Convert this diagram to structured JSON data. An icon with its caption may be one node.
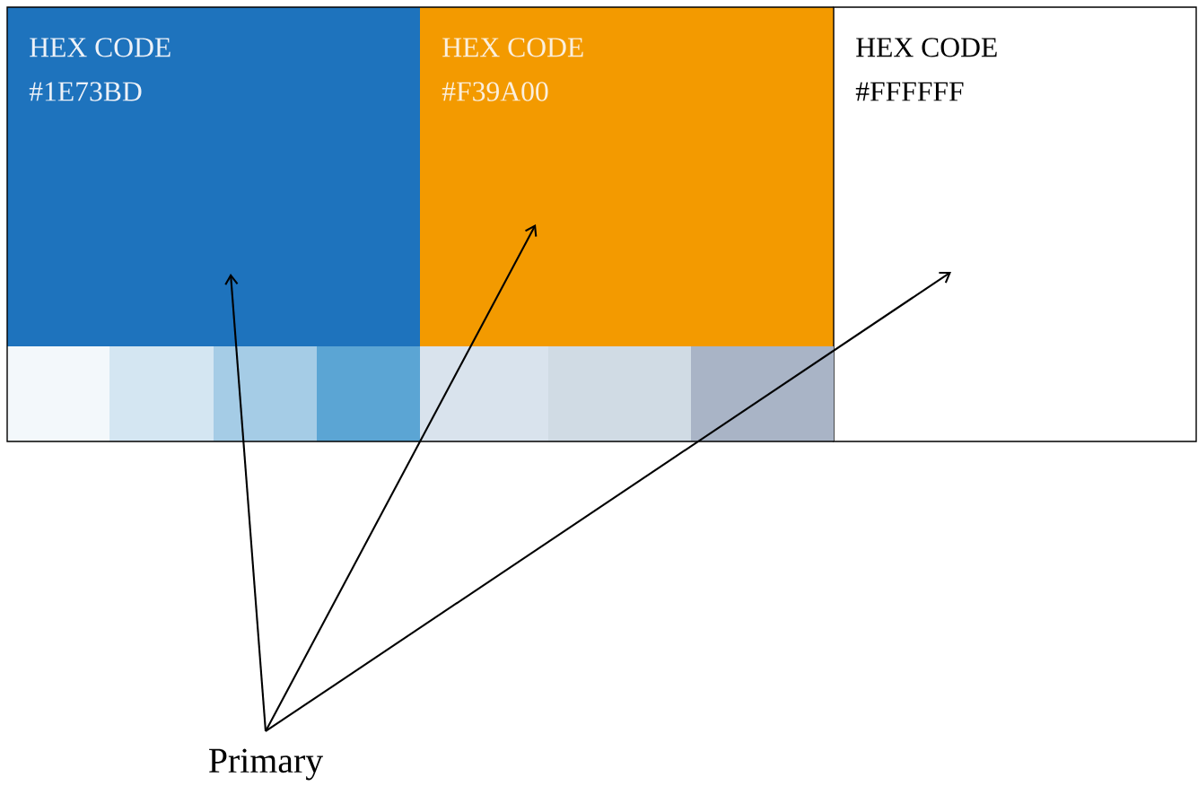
{
  "diagram": {
    "nodes": [
      {
        "text": [
          "HEX CODE",
          "#1E73BD"
        ]
      },
      {
        "text": [
          "HEX CODE",
          "#F39A00"
        ]
      },
      {
        "text": [
          "HEX CODE",
          "#FFFFFF"
        ]
      },
      {
        "text": [
          "Primary"
        ]
      }
    ],
    "edges": [
      {
        "from": 3,
        "to": 0,
        "arrow": "to"
      },
      {
        "from": 3,
        "to": 1,
        "arrow": "to"
      },
      {
        "from": 3,
        "to": 2,
        "arrow": "to"
      }
    ]
  }
}
